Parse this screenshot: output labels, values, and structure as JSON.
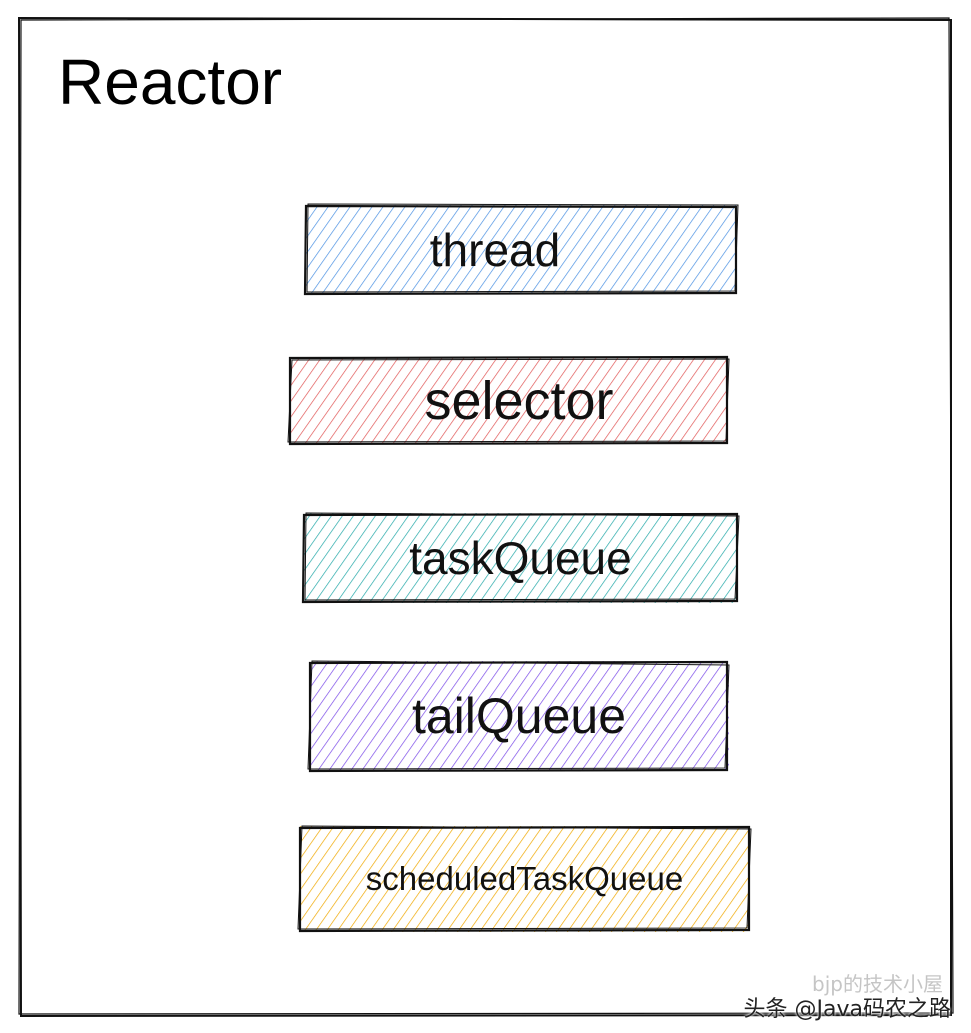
{
  "diagram": {
    "title": "Reactor",
    "boxes": [
      {
        "label": "thread",
        "color": "#4a90e2"
      },
      {
        "label": "selector",
        "color": "#e05555"
      },
      {
        "label": "taskQueue",
        "color": "#23a8a8"
      },
      {
        "label": "tailQueue",
        "color": "#7a4ae8"
      },
      {
        "label": "scheduledTaskQueue",
        "color": "#f0a800"
      }
    ]
  },
  "watermark": {
    "primary": "头条 @Java码农之路",
    "secondary": "bjp的技术小屋"
  }
}
